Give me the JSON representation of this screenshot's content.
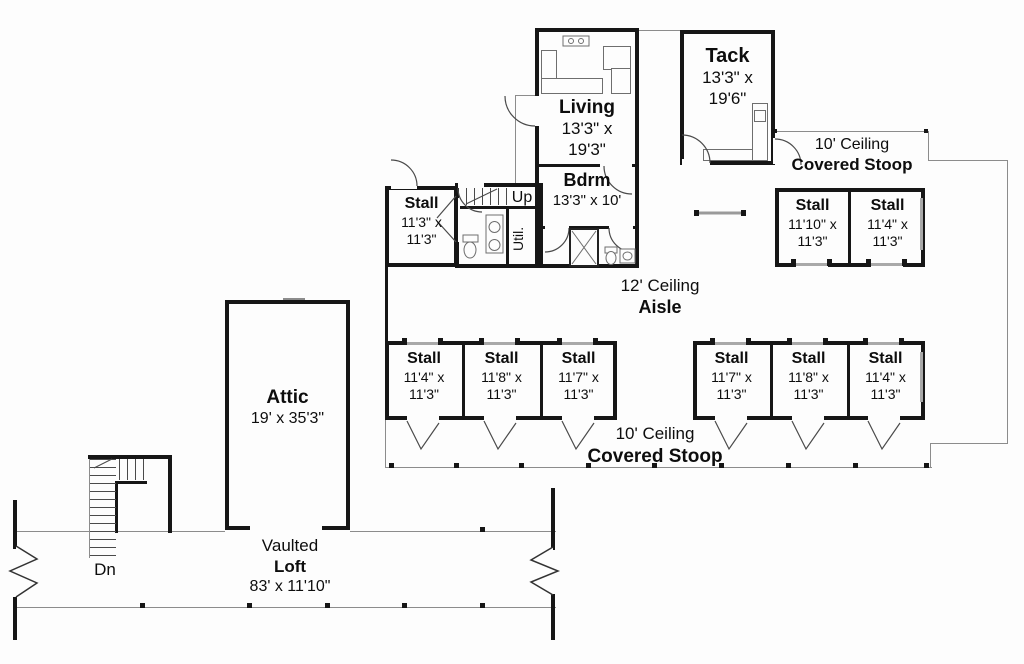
{
  "rooms": {
    "living": {
      "name": "Living",
      "dim1": "13'3\" x",
      "dim2": "19'3\""
    },
    "bdrm": {
      "name": "Bdrm",
      "dims": "13'3\" x 10'"
    },
    "tack": {
      "name": "Tack",
      "dim1": "13'3\" x",
      "dim2": "19'6\""
    },
    "attic": {
      "name": "Attic",
      "dims": "19' x 35'3\""
    },
    "util": {
      "name": "Util."
    }
  },
  "areas": {
    "aisle": {
      "line1": "12' Ceiling",
      "line2": "Aisle"
    },
    "stoop_top": {
      "line1": "10' Ceiling",
      "line2": "Covered Stoop"
    },
    "stoop_bottom": {
      "line1": "10' Ceiling",
      "line2": "Covered Stoop"
    },
    "loft": {
      "line1": "Vaulted",
      "line2": "Loft",
      "line3": "83' x 11'10\""
    }
  },
  "stairs": {
    "up": "Up",
    "dn": "Dn"
  },
  "stalls": {
    "nw": {
      "name": "Stall",
      "dim1": "11'3\" x",
      "dim2": "11'3\""
    },
    "ne": [
      {
        "name": "Stall",
        "dim1": "11'10\" x",
        "dim2": "11'3\""
      },
      {
        "name": "Stall",
        "dim1": "11'4\" x",
        "dim2": "11'3\""
      }
    ],
    "sw": [
      {
        "name": "Stall",
        "dim1": "11'4\" x",
        "dim2": "11'3\""
      },
      {
        "name": "Stall",
        "dim1": "11'8\" x",
        "dim2": "11'3\""
      },
      {
        "name": "Stall",
        "dim1": "11'7\" x",
        "dim2": "11'3\""
      }
    ],
    "se": [
      {
        "name": "Stall",
        "dim1": "11'7\" x",
        "dim2": "11'3\""
      },
      {
        "name": "Stall",
        "dim1": "11'8\" x",
        "dim2": "11'3\""
      },
      {
        "name": "Stall",
        "dim1": "11'4\" x",
        "dim2": "11'3\""
      }
    ]
  },
  "colors": {
    "wall": "#161616",
    "thin_line": "#8c8c8c",
    "text": "#0d0d0d",
    "background": "#fdfdfd"
  }
}
